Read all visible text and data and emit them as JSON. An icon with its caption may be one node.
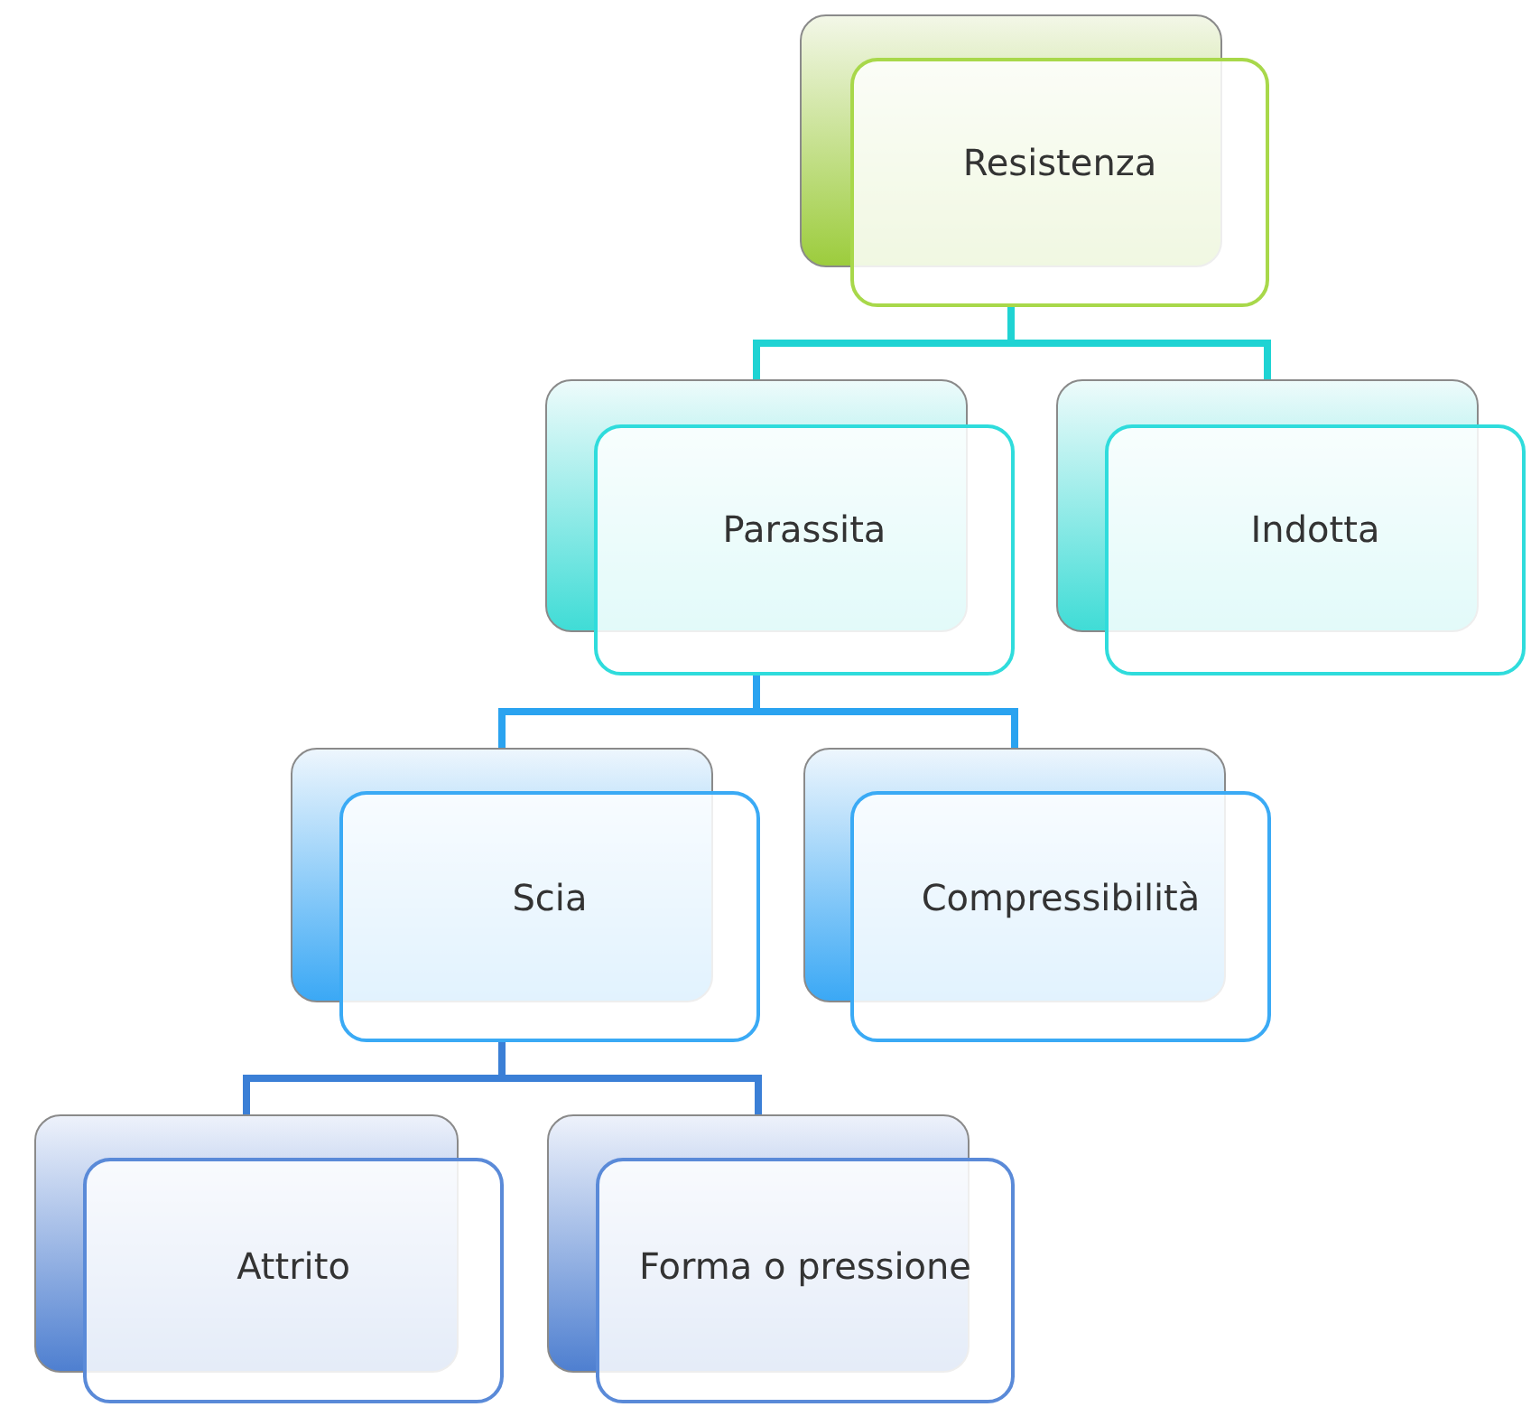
{
  "diagram": {
    "nodes": [
      {
        "text": [
          "Resistenza"
        ]
      },
      {
        "text": [
          "Parassita"
        ]
      },
      {
        "text": [
          "Indotta"
        ]
      },
      {
        "text": [
          "Scia"
        ]
      },
      {
        "text": [
          "Compressibilità"
        ]
      },
      {
        "text": [
          "Attrito"
        ]
      },
      {
        "text": [
          "Forma o pressione"
        ]
      }
    ],
    "edges": [
      {
        "from": 0,
        "to": 1,
        "arrow": "none",
        "color": "#1fd3d3"
      },
      {
        "from": 0,
        "to": 2,
        "arrow": "none",
        "color": "#1fd3d3"
      },
      {
        "from": 1,
        "to": 3,
        "arrow": "none",
        "color": "#2aa3f0"
      },
      {
        "from": 1,
        "to": 4,
        "arrow": "none",
        "color": "#2aa3f0"
      },
      {
        "from": 3,
        "to": 5,
        "arrow": "none",
        "color": "#3b7fd6"
      },
      {
        "from": 3,
        "to": 6,
        "arrow": "none",
        "color": "#3b7fd6"
      }
    ]
  }
}
